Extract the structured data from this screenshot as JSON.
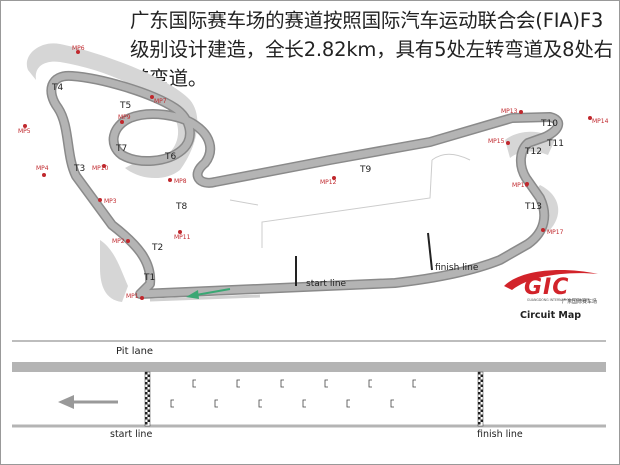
{
  "caption": "广东国际赛车场的赛道按照国际汽车运动联合会(FIA)F3级别设计建造，全长2.82km，具有5处左转弯道及8处右转弯道。",
  "turns": [
    "T1",
    "T2",
    "T3",
    "T4",
    "T5",
    "T6",
    "T7",
    "T8",
    "T9",
    "T10",
    "T11",
    "T12",
    "T13"
  ],
  "marshal_posts": [
    "MP1",
    "MP2",
    "MP3",
    "MP4",
    "MP5",
    "MP6",
    "MP7",
    "MP8",
    "MP9",
    "MP10",
    "MP11",
    "MP12",
    "MP13",
    "MP14",
    "MP15",
    "MP16",
    "MP17"
  ],
  "labels": {
    "start_line": "start line",
    "finish_line": "finish line",
    "pit_lane": "Pit lane"
  },
  "logo": {
    "mark": "GIC",
    "english": "GUANGDONG INTERNATIONAL CIRCUIT",
    "chinese": "广东国际赛车场",
    "subtitle": "Circuit Map"
  },
  "colors": {
    "track": "#a9a9a9",
    "track_edge": "#8c8c8c",
    "runoff": "#d4d4d4",
    "marker": "#c0282d",
    "direction_arrow": "#3aa774",
    "logo_red": "#d2232a"
  }
}
